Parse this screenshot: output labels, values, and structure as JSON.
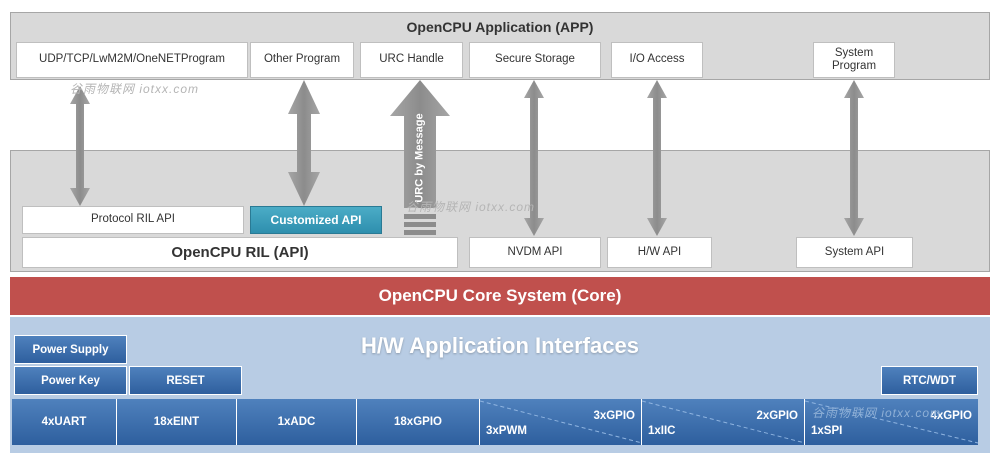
{
  "app": {
    "title": "OpenCPU Application (APP)",
    "items": [
      {
        "label": "UDP/TCP/LwM2M/OneNETProgram"
      },
      {
        "label": "Other Program"
      },
      {
        "label": "URC Handle"
      },
      {
        "label": "Secure Storage"
      },
      {
        "label": "I/O Access"
      },
      {
        "label": "System\nProgram"
      }
    ]
  },
  "ril": {
    "protocol_api": "Protocol RIL API",
    "customized_api": "Customized API",
    "main_label": "OpenCPU RIL (API)",
    "nvdm_api": "NVDM API",
    "hw_api": "H/W API",
    "system_api": "System API",
    "urc_arrow_label": "URC by Message"
  },
  "core": {
    "label": "OpenCPU Core System (Core)"
  },
  "hw": {
    "title": "H/W Application Interfaces",
    "power_supply": "Power Supply",
    "power_key": "Power Key",
    "reset": "RESET",
    "rtc_wdt": "RTC/WDT",
    "interfaces": [
      {
        "label": "4xUART"
      },
      {
        "label": "18xEINT"
      },
      {
        "label": "1xADC"
      },
      {
        "label": "18xGPIO"
      },
      {
        "top": "3xGPIO",
        "bottom": "3xPWM"
      },
      {
        "top": "2xGPIO",
        "bottom": "1xIIC"
      },
      {
        "top": "4xGPIO",
        "bottom": "1xSPI"
      }
    ]
  },
  "watermarks": [
    "谷雨物联网 iotxx.com",
    "谷雨物联网 iotxx.com",
    "谷雨物联网 iotxx.com"
  ],
  "colors": {
    "core_red": "#c0504d",
    "hw_bg": "#b8cce4",
    "blue_box": "#4f81bd",
    "teal_box": "#4bacc6",
    "layer_gray": "#d9d9d9",
    "arrow_gray": "#8c8c8c"
  }
}
